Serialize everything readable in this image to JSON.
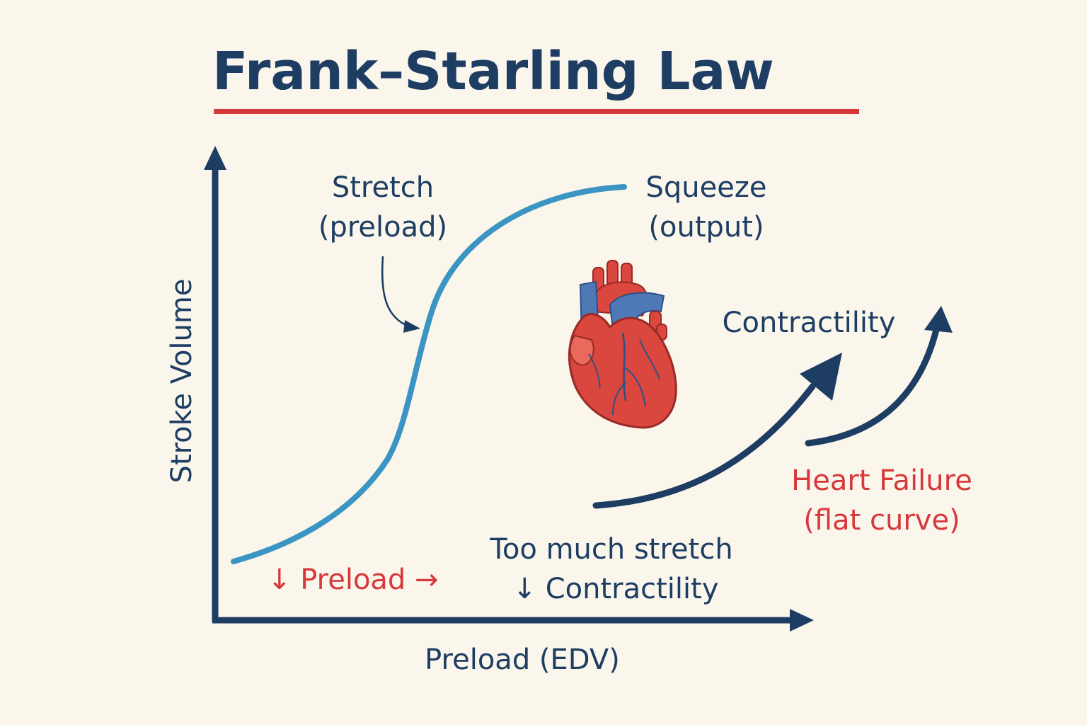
{
  "title": "Frank–Starling Law",
  "axes": {
    "y_label": "Stroke Volume",
    "x_label": "Preload (EDV)"
  },
  "annotations": {
    "stretch_line1": "Stretch",
    "stretch_line2": "(preload)",
    "squeeze_line1": "Squeeze",
    "squeeze_line2": "(output)",
    "contractility": "Contractility",
    "heart_failure_line1": "Heart Failure",
    "heart_failure_line2": "(flat curve)",
    "low_preload": "↓ Preload →",
    "too_much_line1": "Too much stretch",
    "too_much_line2": "↓ Contractility"
  },
  "colors": {
    "background": "#fbf6ec",
    "navy": "#1d3d63",
    "red_accent": "#d6383b",
    "curve_blue": "#3b95c3",
    "heart_red": "#d9473e",
    "vessel_blue": "#4f78b6"
  },
  "icons": {
    "heart": "anatomical-heart-icon"
  }
}
